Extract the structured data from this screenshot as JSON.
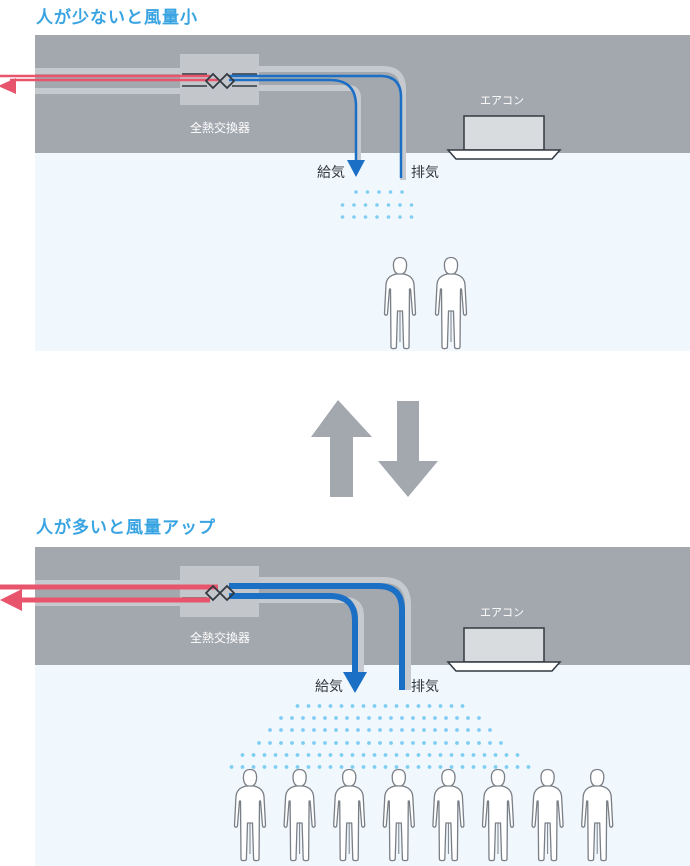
{
  "panels": [
    {
      "title": "人が少ないと風量小",
      "heat_exchanger_label": "全熱交換器",
      "aircon_label": "エアコン",
      "supply_label": "給気",
      "exhaust_label": "排気",
      "airflow_level": "small",
      "people_count": 2
    },
    {
      "title": "人が多いと風量アップ",
      "heat_exchanger_label": "全熱交換器",
      "aircon_label": "エアコン",
      "supply_label": "給気",
      "exhaust_label": "排気",
      "airflow_level": "large",
      "people_count": 8
    }
  ],
  "colors": {
    "ceiling": "#a3a7ae",
    "room": "#f1f8fd",
    "supply": "#1b6fc5",
    "exhaust_out": "#e8546c",
    "duct": "#c6cacf",
    "dots": "#7fcdf1",
    "switch_arrows": "#a3a7ae"
  }
}
